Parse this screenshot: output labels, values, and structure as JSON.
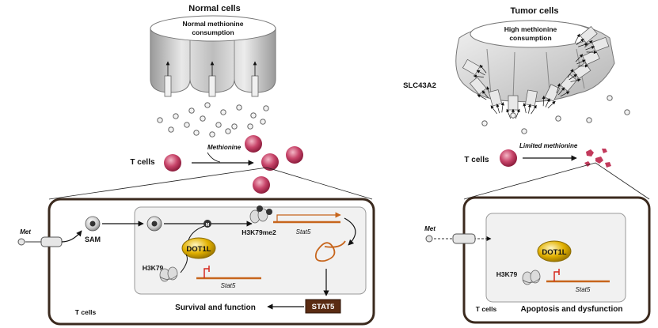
{
  "normal": {
    "title": "Normal cells",
    "consumption_line1": "Normal methionine",
    "consumption_line2": "consumption",
    "t_cells": "T cells",
    "methionine": "Methionine",
    "met": "Met",
    "sam": "SAM",
    "h3k79": "H3K79",
    "dot1l": "DOT1L",
    "h3k79me2": "H3K79me2",
    "stat5_gene": "Stat5",
    "stat5_gene_2": "Stat5",
    "stat5_protein": "STAT5",
    "survival": "Survival and function",
    "box_label": "T cells",
    "m_badge": "M"
  },
  "tumor": {
    "title": "Tumor cells",
    "consumption_line1": "High methionine",
    "consumption_line2": "consumption",
    "transporter": "SLC43A2",
    "t_cells": "T cells",
    "limited": "Limited methionine",
    "met": "Met",
    "dot1l": "DOT1L",
    "h3k79": "H3K79",
    "stat5_gene": "Stat5",
    "box_label": "T cells",
    "outcome": "Apoptosis and dysfunction"
  },
  "colors": {
    "box_border": "#3b2a1e",
    "gene_orange": "#c7651c",
    "stat5_box": "#5a2b12",
    "tcell_pink": "#c23a5c",
    "dot1l_gold": "#e2b100",
    "inhibit_red": "#d6281e",
    "nucleus_fill": "#f1f1f1"
  }
}
